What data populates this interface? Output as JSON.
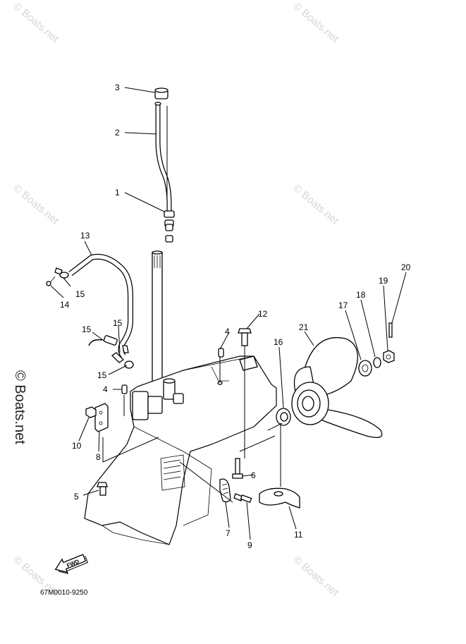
{
  "watermark": "© Boats.net",
  "diagram_code": "67M0010-9250",
  "fwd_label": "FWD",
  "callouts": {
    "c1": "1",
    "c2": "2",
    "c3": "3",
    "c4a": "4",
    "c4b": "4",
    "c5": "5",
    "c6": "6",
    "c7": "7",
    "c8": "8",
    "c9": "9",
    "c10": "10",
    "c11": "11",
    "c12": "12",
    "c13": "13",
    "c14": "14",
    "c15a": "15",
    "c15b": "15",
    "c15c": "15",
    "c15d": "15",
    "c16": "16",
    "c17": "17",
    "c18": "18",
    "c19": "19",
    "c20": "20",
    "c21": "21"
  }
}
